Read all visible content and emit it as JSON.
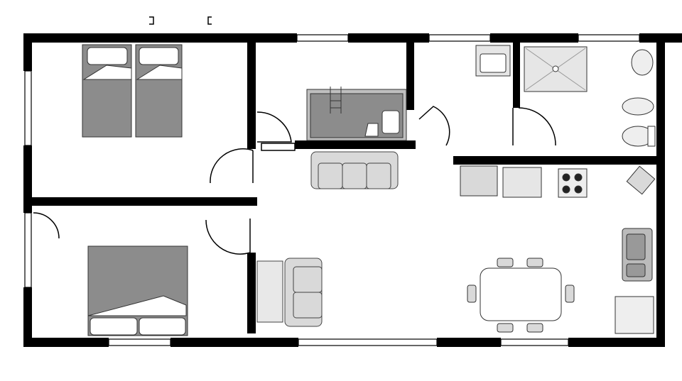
{
  "plan": {
    "colors": {
      "wall": "#000000",
      "floor": "#ffffff",
      "furniture_dark": "#8c8c8c",
      "furniture_light": "#d9d9d9",
      "outline": "#333333",
      "window": "#e6e6e6"
    },
    "rooms": [
      "bedroom-twin",
      "bedroom-double",
      "bunk-room",
      "living-room",
      "bathroom",
      "kitchen-dining",
      "utility"
    ],
    "fixtures": [
      "twin-beds",
      "double-bed",
      "bunk-bed",
      "sofa",
      "armchair-sofa",
      "shower",
      "washbasin",
      "toilet",
      "bidet",
      "hob",
      "kitchen-sink",
      "dining-table",
      "chairs",
      "washing-machine"
    ]
  }
}
